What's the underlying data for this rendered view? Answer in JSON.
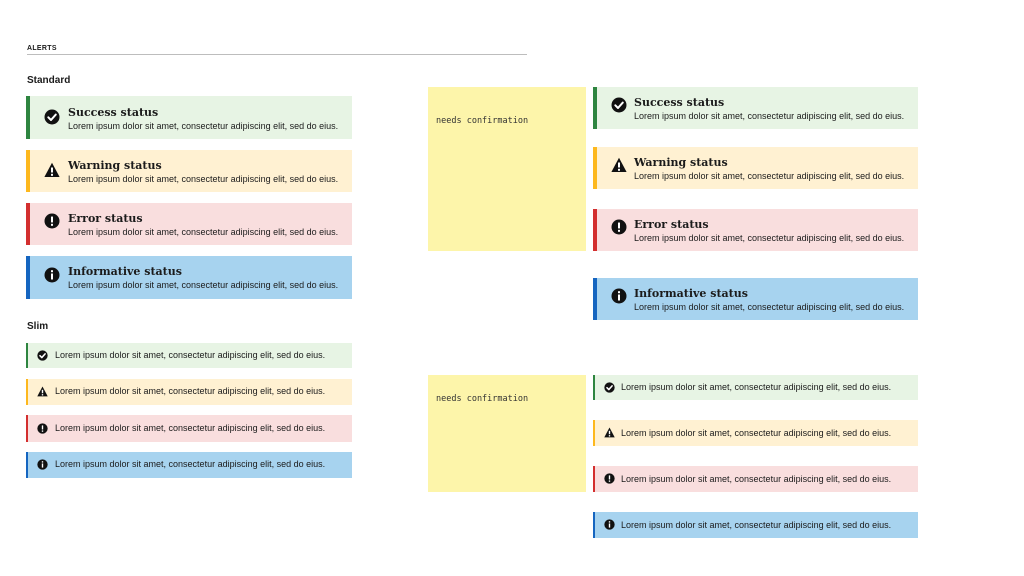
{
  "section_title": "ALERTS",
  "groups": {
    "standard": "Standard",
    "slim": "Slim"
  },
  "note_text": "needs confirmation",
  "alerts": {
    "success": {
      "heading": "Success status",
      "body": "Lorem ipsum dolor sit amet, consectetur adipiscing elit, sed do eius.",
      "icon": "check-circle-icon"
    },
    "warning": {
      "heading": "Warning status",
      "body": "Lorem ipsum dolor sit amet, consectetur adipiscing elit, sed do eius.",
      "icon": "warning-triangle-icon"
    },
    "error": {
      "heading": "Error status",
      "body": "Lorem ipsum dolor sit amet, consectetur adipiscing elit, sed do eius.",
      "icon": "exclamation-circle-icon"
    },
    "info": {
      "heading": "Informative status",
      "body": "Lorem ipsum dolor sit amet, consectetur adipiscing elit, sed do eius.",
      "icon": "info-circle-icon"
    }
  },
  "colors": {
    "success_bg": "#e7f4e4",
    "success_border": "#2e8540",
    "warning_bg": "#fff1d2",
    "warning_border": "#fdb81e",
    "error_bg": "#f9dede",
    "error_border": "#d32f2f",
    "info_bg": "#a7d3ef",
    "info_border": "#1565c0",
    "note_bg": "#fdf5aa"
  }
}
